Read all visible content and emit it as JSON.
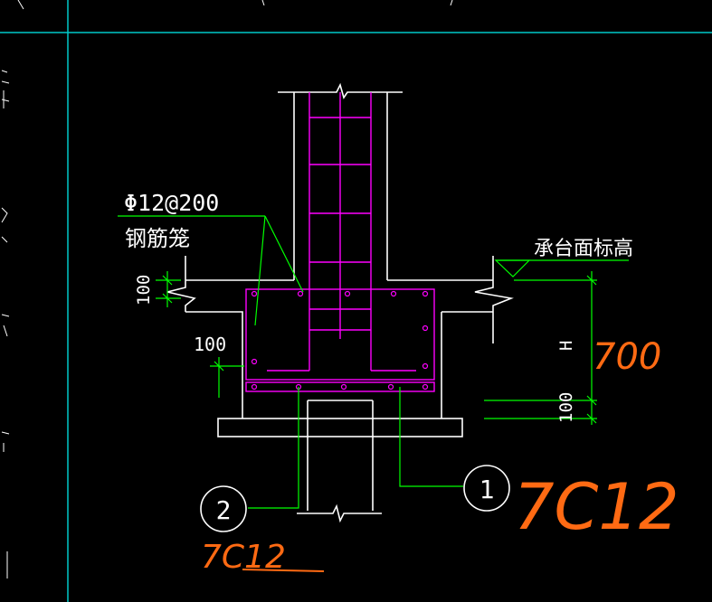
{
  "drawing": {
    "annotation_rebar": "Φ12@200",
    "annotation_cage": "钢筋笼",
    "annotation_cap_top": "承台面标高",
    "dim_100_left": "100",
    "dim_100_inner": "100",
    "dim_H": "H",
    "dim_100_right": "100",
    "callout_1": "1",
    "callout_2": "2",
    "handwritten_H_value": "700",
    "handwritten_callout_1": "7C12",
    "handwritten_callout_2": "7C12"
  },
  "colors": {
    "background": "#000000",
    "outline": "#ffffff",
    "rebar": "#ff00ff",
    "leader": "#00ff00",
    "crosshair": "#00c8c8",
    "handwriting": "#ff6a13"
  }
}
